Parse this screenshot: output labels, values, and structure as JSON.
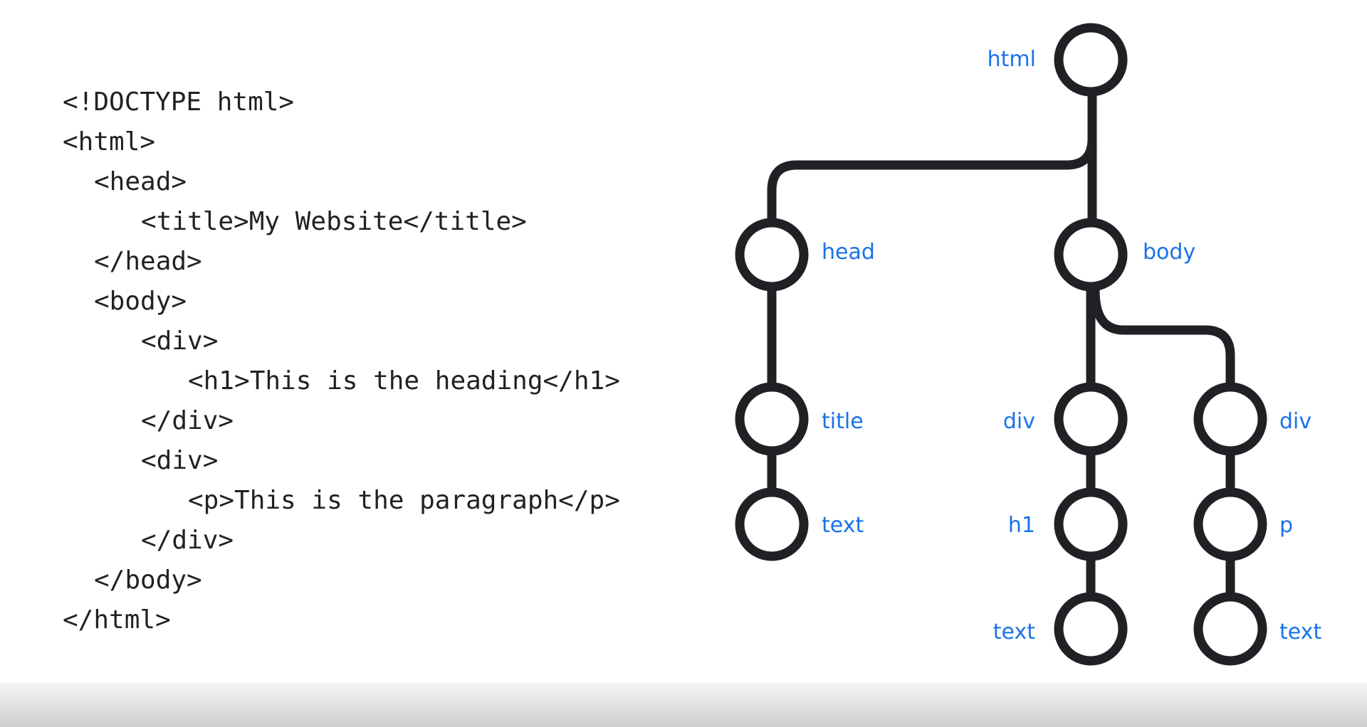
{
  "code_lines": [
    "<!DOCTYPE html>",
    "<html>",
    "<head>",
    "<title>My Website</title>",
    "</head>",
    "<body>",
    "<div>",
    "<h1>This is the heading</h1>",
    "</div>",
    "<div>",
    "<p>This is the paragraph</p>",
    "</div>",
    "</body>",
    "</html>"
  ],
  "tree": {
    "nodes": [
      {
        "id": "html",
        "label": "html"
      },
      {
        "id": "head",
        "label": "head"
      },
      {
        "id": "body",
        "label": "body"
      },
      {
        "id": "title",
        "label": "title"
      },
      {
        "id": "title-text",
        "label": "text"
      },
      {
        "id": "div1",
        "label": "div"
      },
      {
        "id": "div2",
        "label": "div"
      },
      {
        "id": "h1",
        "label": "h1"
      },
      {
        "id": "p",
        "label": "p"
      },
      {
        "id": "h1-text",
        "label": "text"
      },
      {
        "id": "p-text",
        "label": "text"
      }
    ],
    "edges": [
      [
        "html",
        "head"
      ],
      [
        "html",
        "body"
      ],
      [
        "head",
        "title"
      ],
      [
        "title",
        "title-text"
      ],
      [
        "body",
        "div1"
      ],
      [
        "body",
        "div2"
      ],
      [
        "div1",
        "h1"
      ],
      [
        "h1",
        "h1-text"
      ],
      [
        "div2",
        "p"
      ],
      [
        "p",
        "p-text"
      ]
    ]
  },
  "colors": {
    "node_stroke": "#1f2124",
    "label": "#1a73e8",
    "code_text": "#1f2124"
  }
}
